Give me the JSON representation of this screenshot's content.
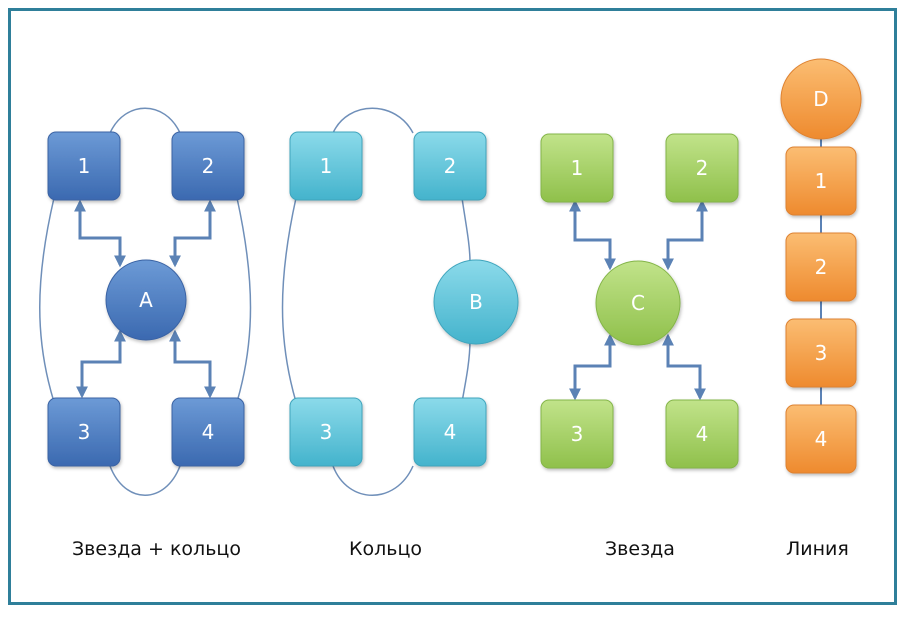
{
  "colors": {
    "frame": "#2f7f9a",
    "dark_blue": "#4a7cc2",
    "cyan": "#5fc4da",
    "green": "#a2cf62",
    "orange": "#f5a04a",
    "connector": "#5b82b5",
    "ring_line": "#6f8fb9"
  },
  "diagrams": [
    {
      "caption": "Звезда + кольцо",
      "hub": "A",
      "nodes": [
        "1",
        "2",
        "3",
        "4"
      ]
    },
    {
      "caption": "Кольцо",
      "hub": "B",
      "nodes": [
        "1",
        "2",
        "3",
        "4"
      ]
    },
    {
      "caption": "Звезда",
      "hub": "C",
      "nodes": [
        "1",
        "2",
        "3",
        "4"
      ]
    },
    {
      "caption": "Линия",
      "hub": "D",
      "nodes": [
        "1",
        "2",
        "3",
        "4"
      ]
    }
  ]
}
